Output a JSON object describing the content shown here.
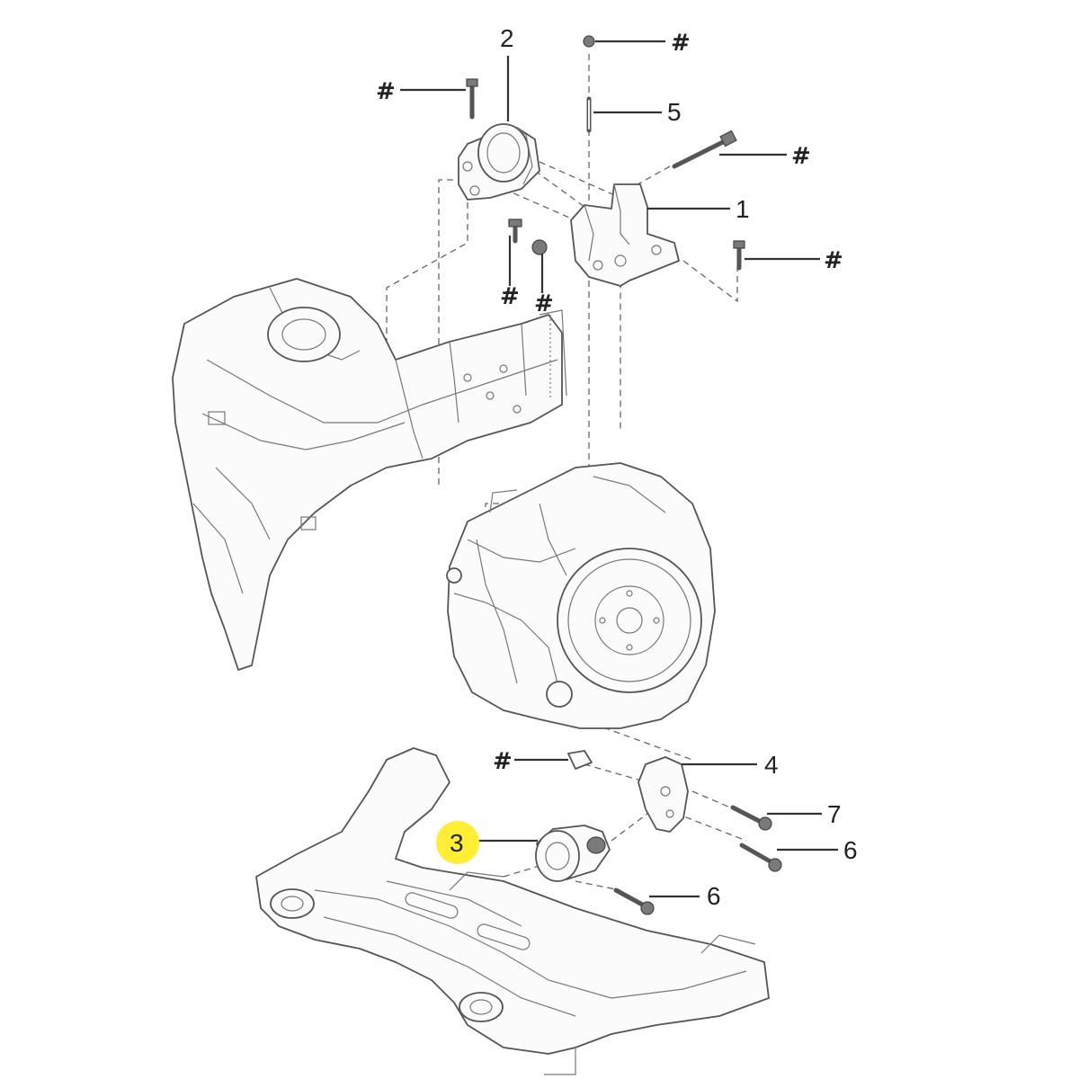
{
  "diagram": {
    "callouts": {
      "mount_bracket": "1",
      "top_mount": "2",
      "rear_roll_mount": "3",
      "rear_bracket": "4",
      "stud": "5",
      "bolt_lower_right": "6",
      "bolt_lower_center": "6",
      "bolt_bracket": "7"
    },
    "fastener_symbol": "#",
    "highlight_color": "#ffee33",
    "line_color": "#333333"
  }
}
